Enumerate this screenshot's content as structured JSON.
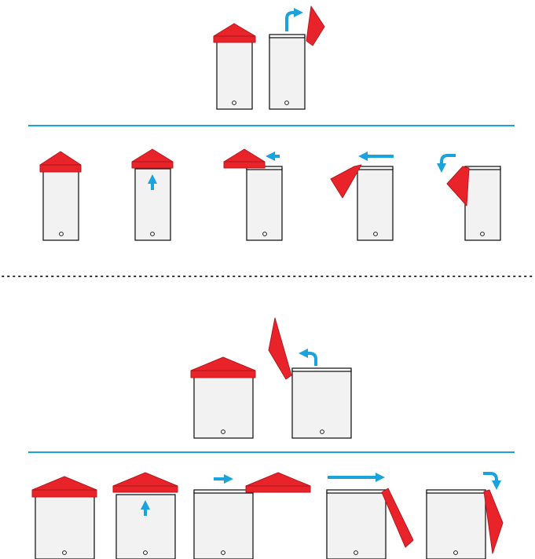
{
  "colors": {
    "cap": "#e8242a",
    "cap_dark": "#b7191e",
    "arrow": "#1aa3dc",
    "divider": "#1aa3dc",
    "body_fill": "#f2f2f2",
    "outline": "#1a1a1a",
    "dots": "#333333"
  },
  "sections": [
    {
      "name": "narrow-case",
      "overview_count": 2,
      "steps": [
        "closed",
        "push-up",
        "slide-left",
        "lift",
        "flip-down"
      ]
    },
    {
      "name": "wide-case",
      "overview_count": 2,
      "steps": [
        "closed",
        "push-up",
        "slide-right",
        "lift",
        "flip-down"
      ]
    }
  ]
}
